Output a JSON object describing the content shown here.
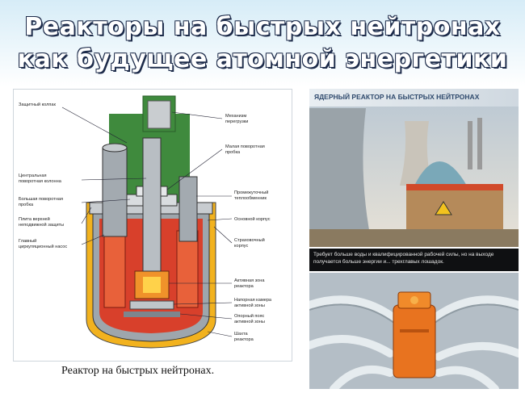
{
  "slide": {
    "title_line1": "Реакторы на быстрых нейтронах",
    "title_line2": "как будущее атомной энергетики",
    "caption": "Реактор на быстрых нейтронах."
  },
  "diagram": {
    "labels": {
      "protective_cap": "Защитный колпак",
      "reload_mechanism_1": "Механизм",
      "reload_mechanism_2": "перегрузки",
      "small_rotary_plug_1": "Малая поворотная",
      "small_rotary_plug_2": "пробка",
      "central_column_1": "Центральная",
      "central_column_2": "поворотная колонна",
      "large_rotary_plug_1": "Большая поворотная",
      "large_rotary_plug_2": "пробка",
      "top_slab_1": "Плита верхней",
      "top_slab_2": "неподвижной защиты",
      "main_pump_1": "Главный",
      "main_pump_2": "циркуляционный насос",
      "intermediate_hx_1": "Промежуточный",
      "intermediate_hx_2": "теплообменник",
      "main_vessel": "Основной корпус",
      "guard_vessel_1": "Страховочный",
      "guard_vessel_2": "корпус",
      "core_1": "Активная зона",
      "core_2": "реактора",
      "pressure_chamber_1": "Напорная камера",
      "pressure_chamber_2": "активной зоны",
      "support_belt_1": "Опорный пояс",
      "support_belt_2": "активной зоны",
      "reactor_shaft_1": "Шахта",
      "reactor_shaft_2": "реактора"
    }
  },
  "photo_top": {
    "header": "ЯДЕРНЫЙ РЕАКТОР НА БЫСТРЫХ НЕЙТРОНАХ",
    "strip_text": "Требует больше воды и квалифицированной рабочей силы, но на выходе получается больше энергии и... трехглавых лошадок."
  },
  "colors": {
    "title_fill": "#ffffff",
    "title_outline": "#1d2b4a",
    "shield_green": "#3f8a3d",
    "vessel_gray": "#9ea6ac",
    "sodium_red": "#d8402b",
    "hot_yellow": "#f2b21e",
    "core_orange": "#f0922a"
  }
}
